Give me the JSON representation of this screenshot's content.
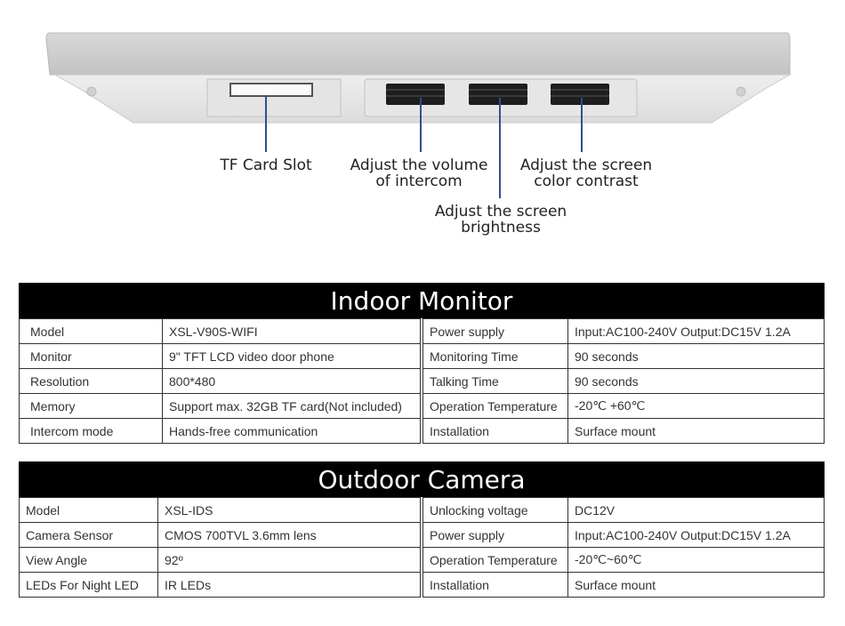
{
  "callouts": {
    "tf_slot": "TF Card Slot",
    "volume": "Adjust the volume\nof intercom",
    "contrast": "Adjust the screen\ncolor contrast",
    "brightness": "Adjust the screen\nbrightness"
  },
  "indoor": {
    "title": "Indoor Monitor",
    "left_rows": [
      {
        "label": "Model",
        "value": "XSL-V90S-WIFI"
      },
      {
        "label": "Monitor",
        "value": "9\" TFT LCD video door phone"
      },
      {
        "label": "Resolution",
        "value": "800*480"
      },
      {
        "label": "Memory",
        "value": "Support max. 32GB TF card(Not included)"
      },
      {
        "label": "Intercom mode",
        "value": "Hands-free communication"
      }
    ],
    "right_rows": [
      {
        "label": "Power supply",
        "value": "Input:AC100-240V Output:DC15V 1.2A"
      },
      {
        "label": "Monitoring Time",
        "value": "90 seconds"
      },
      {
        "label": "Talking Time",
        "value": "90 seconds"
      },
      {
        "label": "Operation Temperature",
        "value": "-20℃ +60℃"
      },
      {
        "label": "Installation",
        "value": "Surface mount"
      }
    ]
  },
  "outdoor": {
    "title": "Outdoor Camera",
    "left_rows": [
      {
        "label": "Model",
        "value": "XSL-IDS"
      },
      {
        "label": "Camera Sensor",
        "value": "CMOS 700TVL 3.6mm lens"
      },
      {
        "label": "View Angle",
        "value": "92º"
      },
      {
        "label": "LEDs For Night LED",
        "value": "IR LEDs"
      }
    ],
    "right_rows": [
      {
        "label": "Unlocking voltage",
        "value": "DC12V"
      },
      {
        "label": "Power supply",
        "value": "Input:AC100-240V Output:DC15V 1.2A"
      },
      {
        "label": "Operation Temperature",
        "value": "-20℃~60℃"
      },
      {
        "label": "Installation",
        "value": "Surface mount"
      }
    ]
  }
}
